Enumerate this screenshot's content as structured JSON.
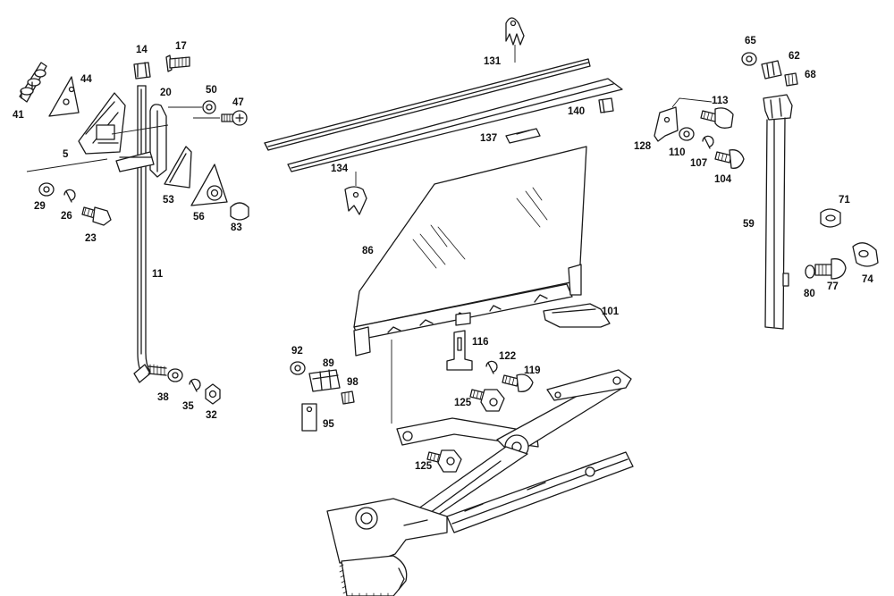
{
  "diagram": {
    "type": "exploded-parts-diagram",
    "parts": {
      "p5": "5",
      "p11": "11",
      "p14": "14",
      "p17": "17",
      "p20": "20",
      "p23": "23",
      "p26": "26",
      "p29": "29",
      "p32": "32",
      "p35": "35",
      "p38": "38",
      "p41": "41",
      "p44": "44",
      "p47": "47",
      "p50": "50",
      "p53": "53",
      "p56": "56",
      "p59": "59",
      "p62": "62",
      "p65": "65",
      "p68": "68",
      "p71": "71",
      "p74": "74",
      "p77": "77",
      "p80": "80",
      "p83": "83",
      "p86": "86",
      "p89": "89",
      "p92": "92",
      "p95": "95",
      "p98": "98",
      "p101": "101",
      "p104": "104",
      "p107": "107",
      "p110": "110",
      "p113": "113",
      "p116": "116",
      "p119": "119",
      "p122": "122",
      "p125a": "125",
      "p125b": "125",
      "p128": "128",
      "p131": "131",
      "p134": "134",
      "p137": "137",
      "p140": "140"
    }
  }
}
